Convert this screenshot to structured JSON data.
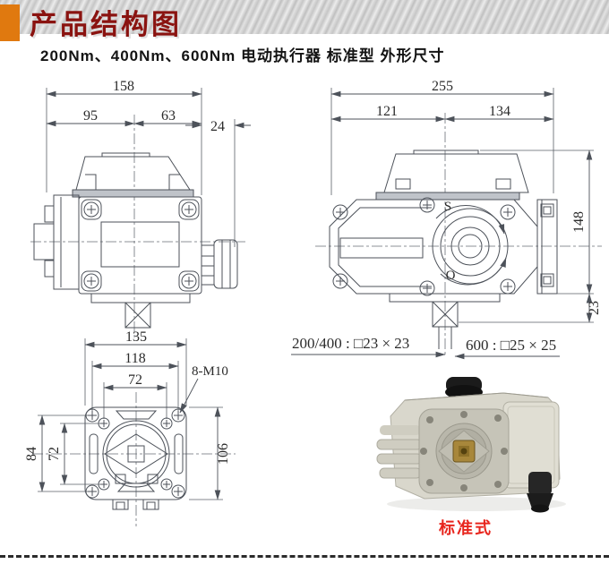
{
  "header": {
    "title": "产品结构图",
    "subtitle": "200Nm、400Nm、600Nm  电动执行器  标准型  外形尺寸"
  },
  "front_view": {
    "dim_total_width": "158",
    "dim_left_of_center": "95",
    "dim_right_of_center": "63",
    "dim_gland_protrusion": "24"
  },
  "side_view": {
    "dim_total_length": "255",
    "dim_left_of_center": "121",
    "dim_right_of_center": "134",
    "dim_body_height": "148",
    "dim_shaft_height": "23",
    "dial_mark_shut": "S",
    "dial_mark_open": "O"
  },
  "bottom_view": {
    "dim_flange_width": "135",
    "dim_outer_bolt_span": "118",
    "dim_inner_bolt_span": "72",
    "dim_outer_bolt_height": "84",
    "dim_inner_bolt_height": "72",
    "dim_flange_height": "106",
    "thread_callout": "8-M10"
  },
  "shaft_specs": {
    "torque_200_400": "200/400 : □23 × 23",
    "torque_600": "600 : □25 × 25"
  },
  "photo": {
    "caption": "标准式"
  },
  "colors": {
    "accent_orange": "#e0790f",
    "title_red": "#8a1310",
    "caption_red": "#e8251d",
    "line": "#4d525a"
  }
}
